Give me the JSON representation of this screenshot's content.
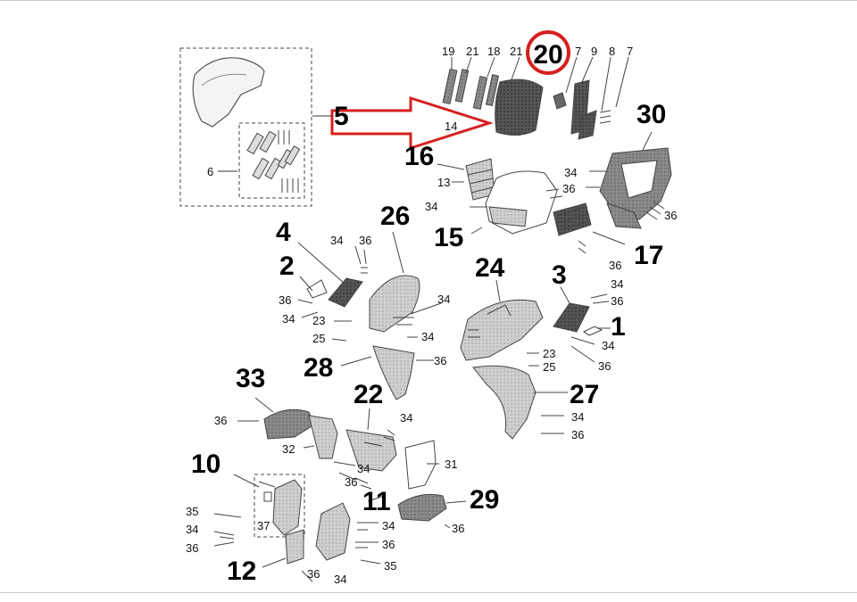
{
  "diagram": {
    "highlight_color": "#d62020",
    "arrow_color": "#d62020",
    "highlighted_part": "20",
    "callouts": {
      "c20": "20",
      "c5": "5",
      "c30": "30",
      "c16": "16",
      "c26": "26",
      "c15": "15",
      "c17": "17",
      "c4": "4",
      "c2": "2",
      "c24": "24",
      "c3": "3",
      "c1": "1",
      "c28": "28",
      "c33": "33",
      "c22": "22",
      "c27": "27",
      "c10": "10",
      "c11": "11",
      "c29": "29",
      "c12": "12"
    },
    "small_labels": {
      "s19": "19",
      "s21a": "21",
      "s18": "18",
      "s21b": "21",
      "s7a": "7",
      "s9": "9",
      "s8": "8",
      "s7b": "7",
      "s14": "14",
      "s6": "6",
      "s34a": "34",
      "s36a": "36",
      "s13": "13",
      "s36b": "36",
      "s34b": "34",
      "s36c": "36",
      "s36d": "36",
      "s34c": "34",
      "s36e": "36",
      "s36f": "36",
      "s34d": "34",
      "s23a": "23",
      "s25a": "25",
      "s34e": "34",
      "s34f": "34",
      "s34g": "34",
      "s36g": "36",
      "s34h": "34",
      "s36h": "36",
      "s36i": "36",
      "s23b": "23",
      "s25b": "25",
      "s36j": "36",
      "s34i": "34",
      "s32": "32",
      "s34j": "34",
      "s31": "31",
      "s36k": "36",
      "s34k": "34",
      "s36l": "36",
      "s35a": "35",
      "s34l": "34",
      "s36m": "36",
      "s37": "37",
      "s34m": "34",
      "s36n": "36",
      "s35b": "35",
      "s36o": "36",
      "s34n": "34"
    }
  }
}
